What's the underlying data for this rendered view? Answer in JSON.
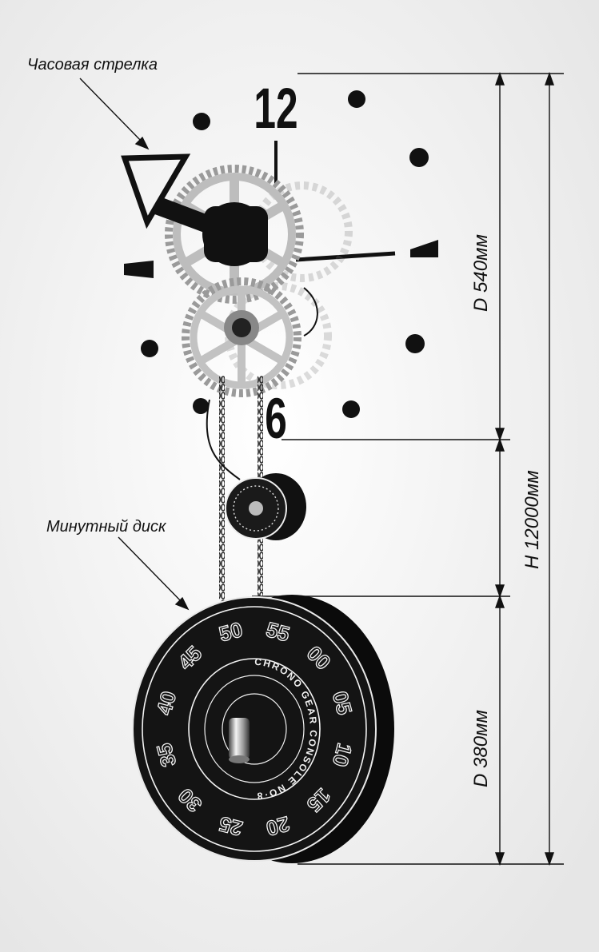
{
  "callouts": {
    "hour_hand": "Часовая стрелка",
    "minute_disc": "Минутный диск"
  },
  "dimensions": {
    "clock_diameter": "D 540мм",
    "total_height": "H 12000мм",
    "disc_diameter": "D 380мм"
  },
  "clock_face": {
    "numeral_top": "12",
    "numeral_bottom": "6"
  },
  "minute_disc": {
    "numbers": [
      "55",
      "00",
      "05",
      "10",
      "15",
      "20",
      "25",
      "30",
      "35",
      "40",
      "45",
      "50"
    ],
    "ring_text": "CHRONO GEAR CONSOLE NO·8"
  },
  "colors": {
    "background": "#f3f3f3",
    "metal_black": "#111111",
    "gear_silver": "#b9b9b9"
  }
}
